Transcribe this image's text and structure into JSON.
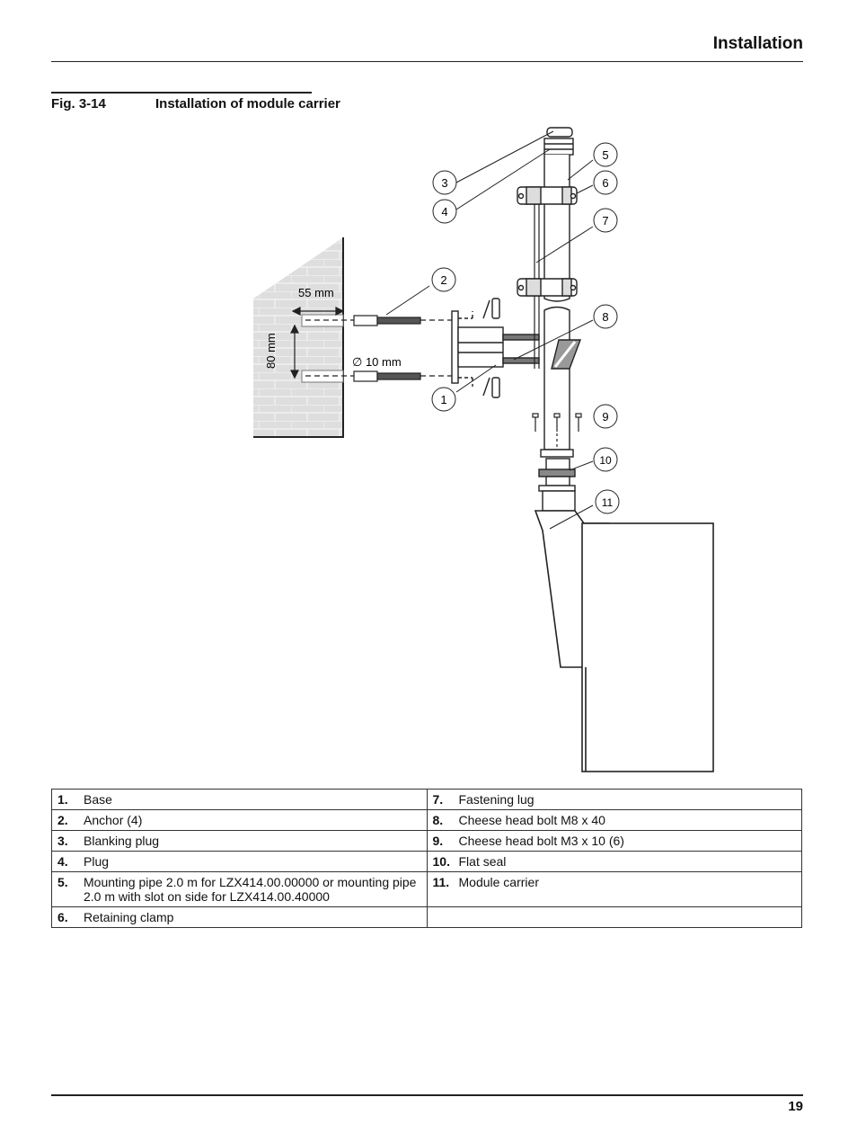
{
  "header": {
    "section_title": "Installation"
  },
  "figure": {
    "number": "Fig. 3-14",
    "caption": "Installation of module carrier",
    "dimensions": {
      "width": "55 mm",
      "height": "80 mm",
      "diameter": "10 mm",
      "diameter_symbol": "∅"
    },
    "callouts": [
      "1",
      "2",
      "3",
      "4",
      "5",
      "6",
      "7",
      "8",
      "9",
      "10",
      "11"
    ]
  },
  "parts": {
    "left": [
      {
        "num": "1.",
        "label": "Base"
      },
      {
        "num": "2.",
        "label": "Anchor (4)"
      },
      {
        "num": "3.",
        "label": "Blanking plug"
      },
      {
        "num": "4.",
        "label": "Plug"
      },
      {
        "num": "5.",
        "label": "Mounting pipe 2.0 m for LZX414.00.00000 or mounting pipe 2.0 m with slot on side for LZX414.00.40000"
      },
      {
        "num": "6.",
        "label": "Retaining clamp"
      }
    ],
    "right": [
      {
        "num": "7.",
        "label": "Fastening lug"
      },
      {
        "num": "8.",
        "label": "Cheese head bolt M8 x 40"
      },
      {
        "num": "9.",
        "label": "Cheese head bolt M3 x 10 (6)"
      },
      {
        "num": "10.",
        "label": "Flat seal"
      },
      {
        "num": "11.",
        "label": "Module carrier"
      },
      {
        "num": "",
        "label": ""
      }
    ]
  },
  "footer": {
    "page_number": "19"
  }
}
